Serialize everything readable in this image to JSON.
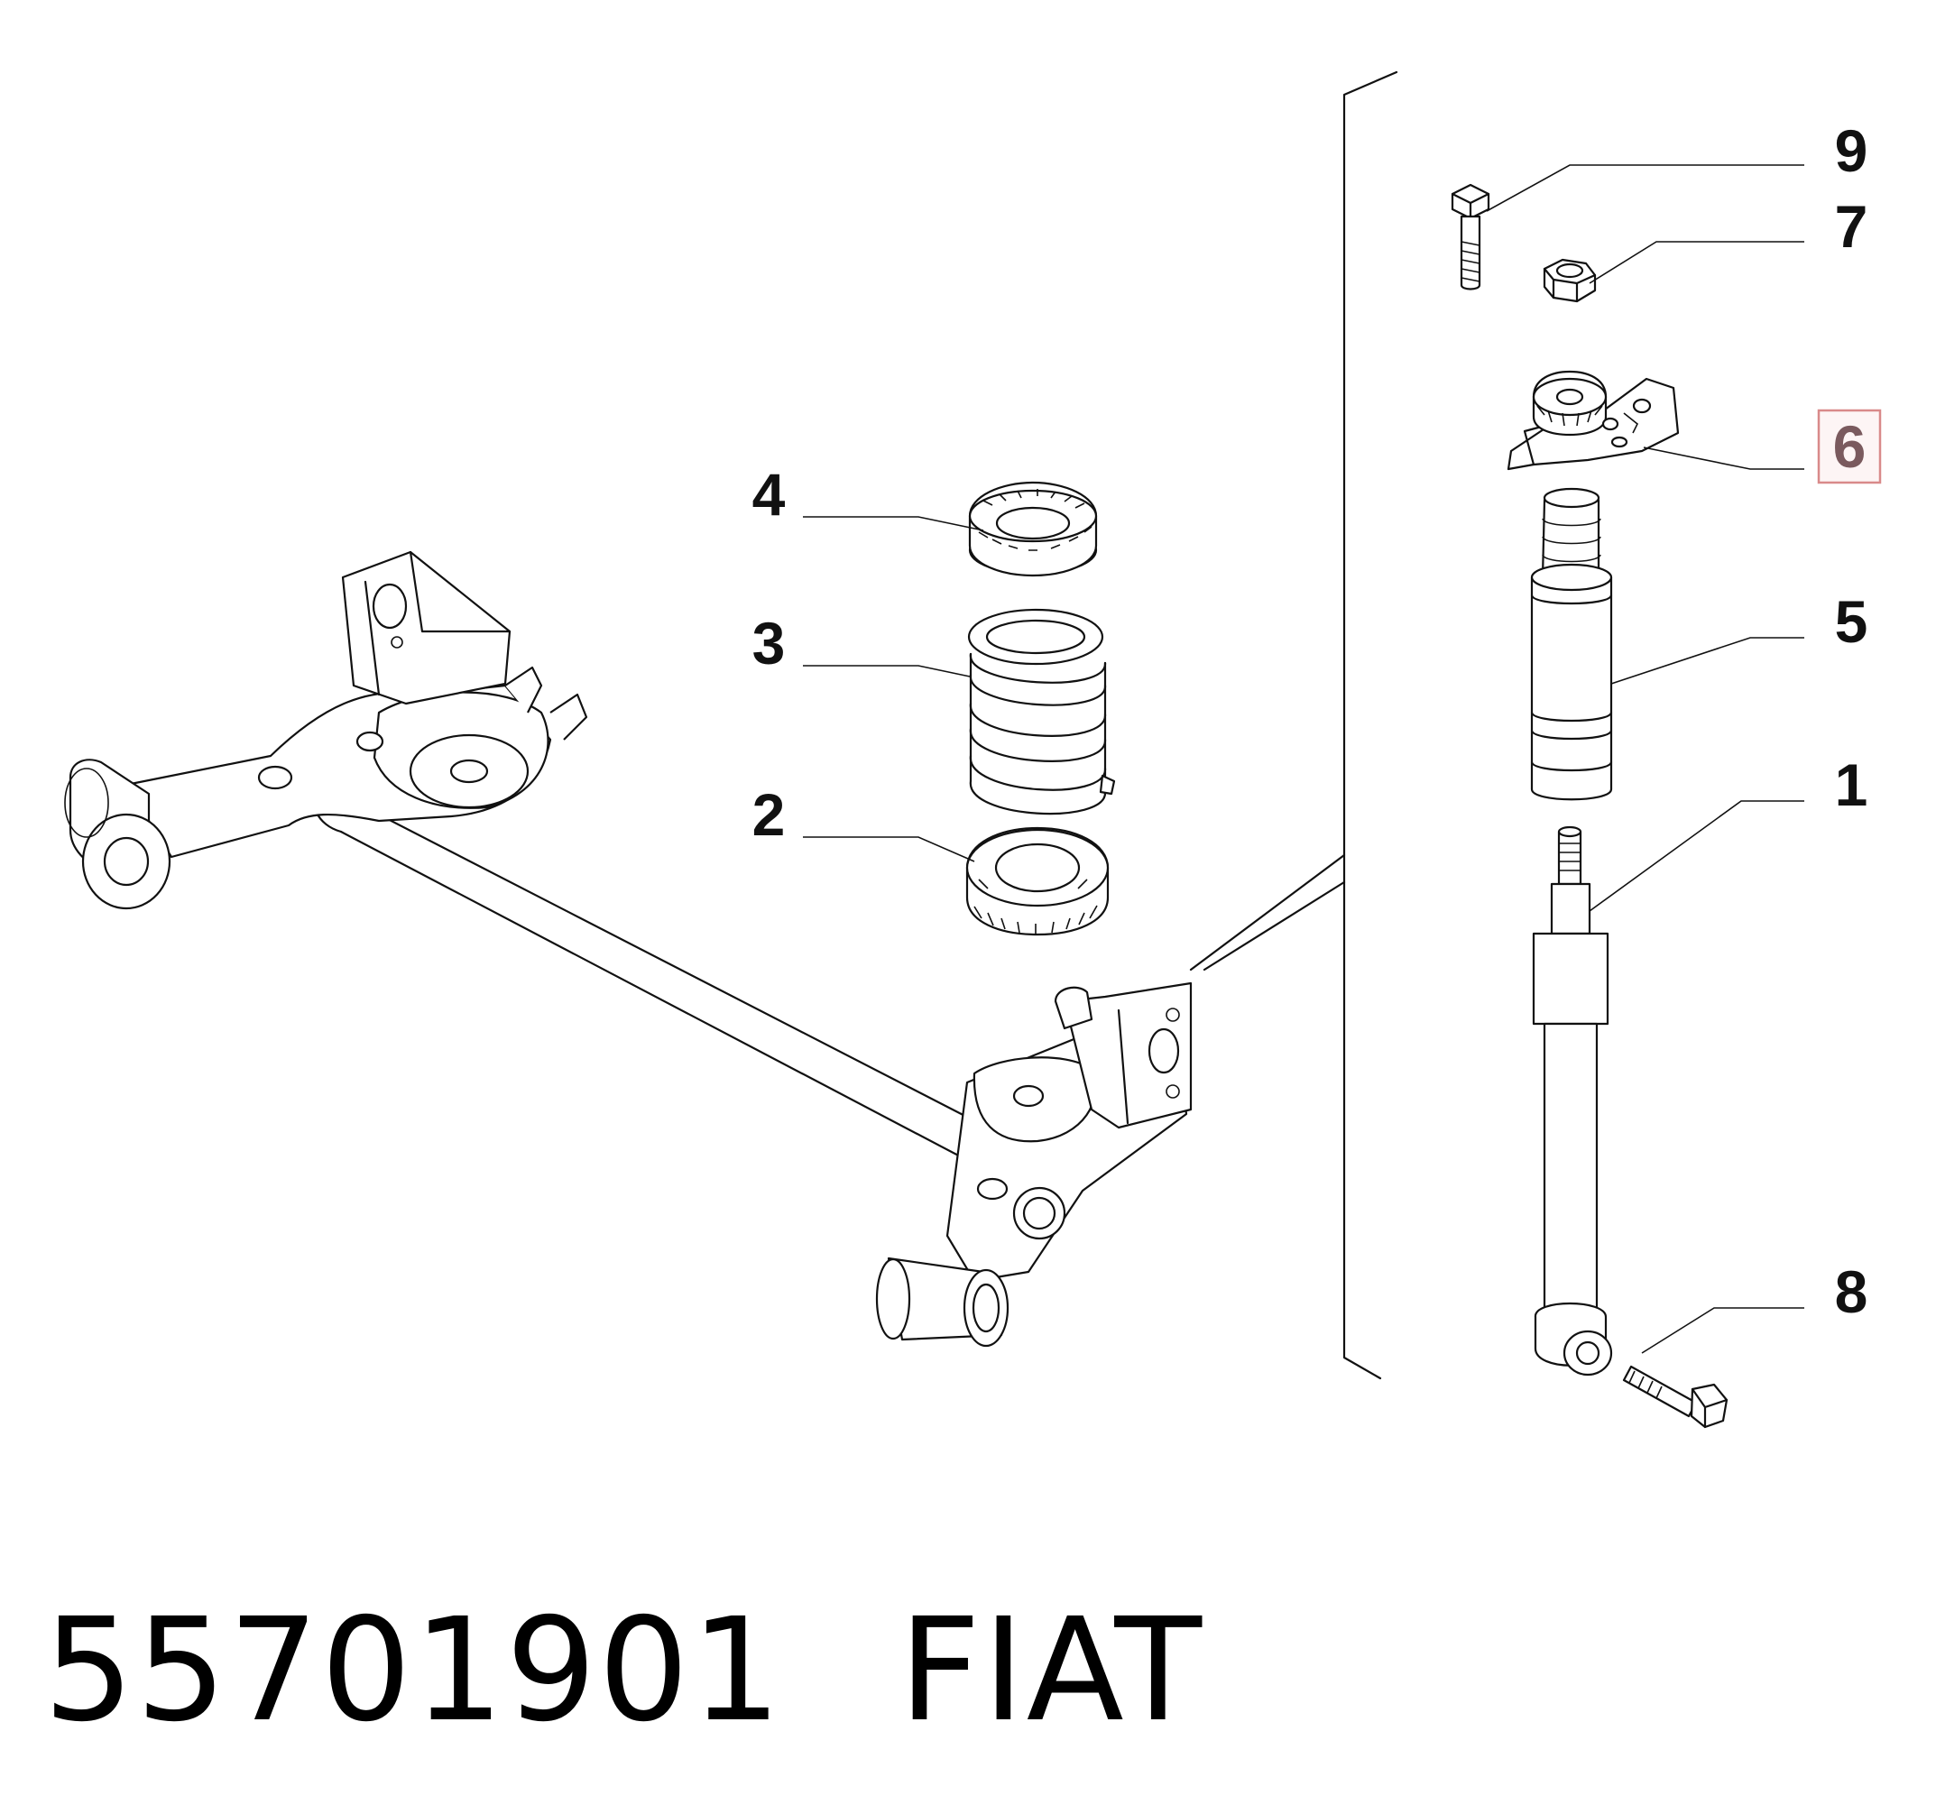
{
  "callouts": {
    "c1": "1",
    "c2": "2",
    "c3": "3",
    "c4": "4",
    "c5": "5",
    "c6": "6",
    "c7": "7",
    "c8": "8",
    "c9": "9"
  },
  "highlighted_callout": "6",
  "highlight_color": "#d98a8a",
  "caption": {
    "part_number": "55701901",
    "brand": "FIAT"
  }
}
